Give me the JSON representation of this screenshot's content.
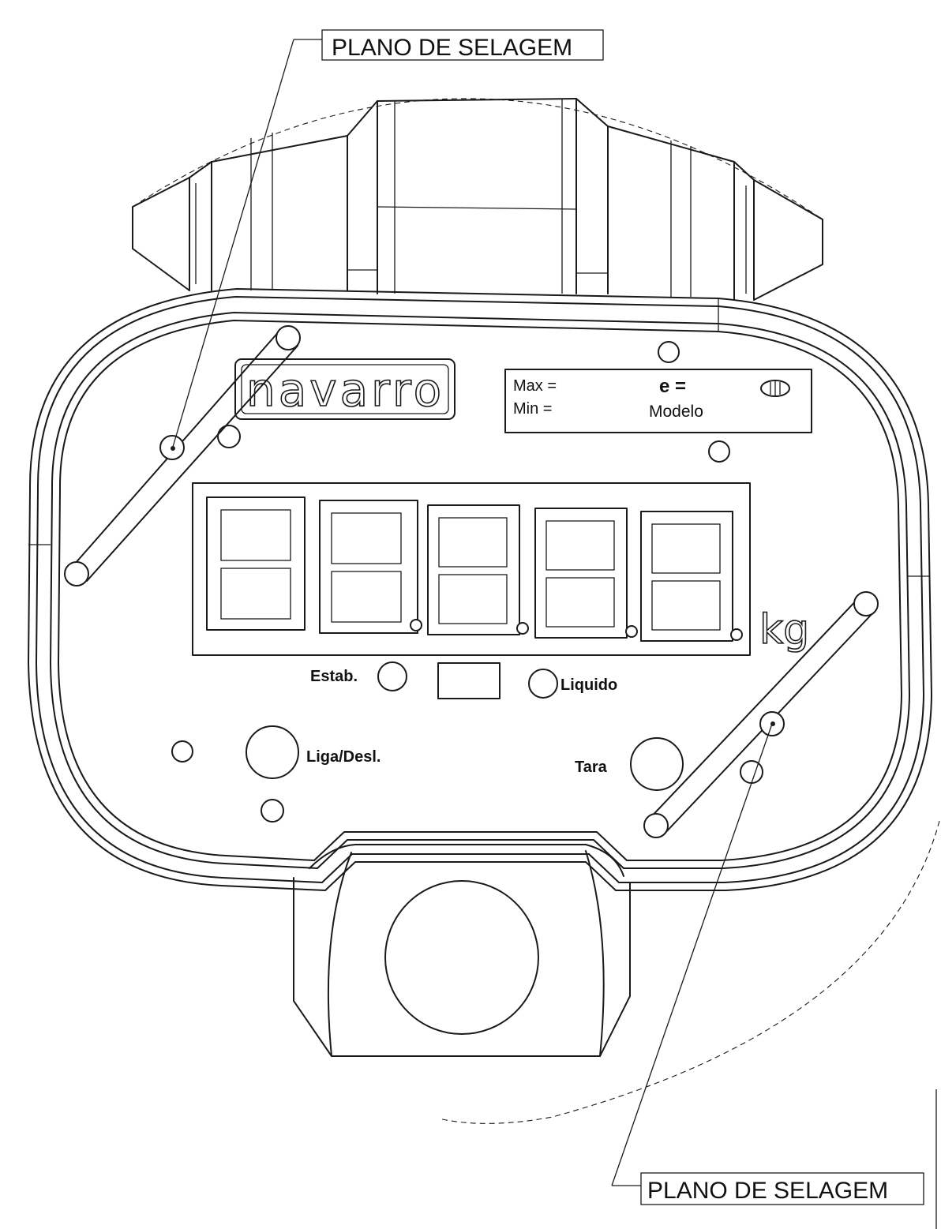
{
  "callouts": {
    "top": "PLANO DE SELAGEM",
    "bottom": "PLANO DE SELAGEM"
  },
  "brand": {
    "name": "navarro"
  },
  "nameplate": {
    "max_label": "Max =",
    "min_label": "Min =",
    "e_label": "e =",
    "model_label": "Modelo",
    "symbol": "(III)"
  },
  "display": {
    "digits": 5,
    "unit": "kg"
  },
  "indicators": {
    "stable_label": "Estab.",
    "net_label": "Liquido"
  },
  "buttons": {
    "power_label": "Liga/Desl.",
    "tare_label": "Tara"
  },
  "colors": {
    "ink": "#1a1a1a",
    "paper": "#ffffff"
  }
}
